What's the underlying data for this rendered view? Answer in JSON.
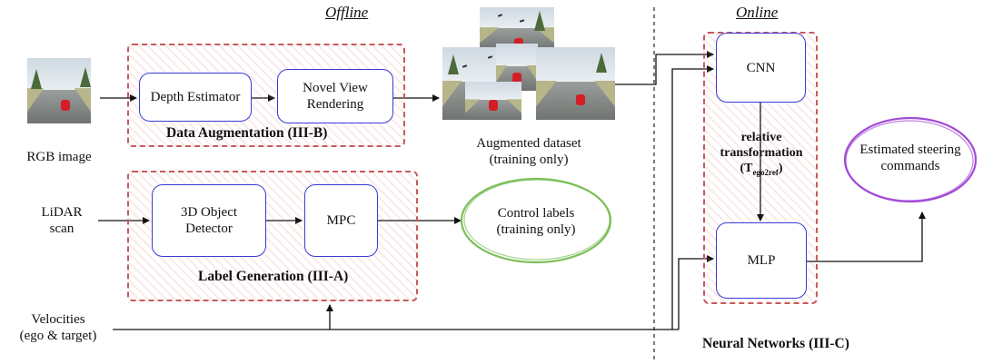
{
  "offline_title": "Offline",
  "online_title": "Online",
  "inputs": {
    "rgb_image": "RGB image",
    "lidar_line1": "LiDAR",
    "lidar_line2": "scan",
    "velocities_line1": "Velocities",
    "velocities_line2": "(ego & target)"
  },
  "data_augmentation": {
    "title": "Data Augmentation (III-B)",
    "depth_estimator": "Depth Estimator",
    "novel_view_line1": "Novel View",
    "novel_view_line2": "Rendering"
  },
  "augmented_dataset": {
    "line1": "Augmented dataset",
    "line2": "(training only)"
  },
  "label_generation": {
    "title": "Label Generation (III-A)",
    "detector_line1": "3D Object",
    "detector_line2": "Detector",
    "mpc": "MPC"
  },
  "control_labels": {
    "line1": "Control labels",
    "line2": "(training only)"
  },
  "neural_networks": {
    "title": "Neural Networks (III-C)",
    "cnn": "CNN",
    "mlp": "MLP",
    "rel_line1": "relative",
    "rel_line2": "transformation",
    "rel_T": "T",
    "rel_sub": "ego2ref"
  },
  "output": {
    "line1": "Estimated steering",
    "line2": "commands"
  },
  "colors": {
    "box_border": "#3a3ad6",
    "region_border": "#c85a5a",
    "control_labels_border": "#7cbf5a",
    "output_border": "#a24bd6"
  }
}
